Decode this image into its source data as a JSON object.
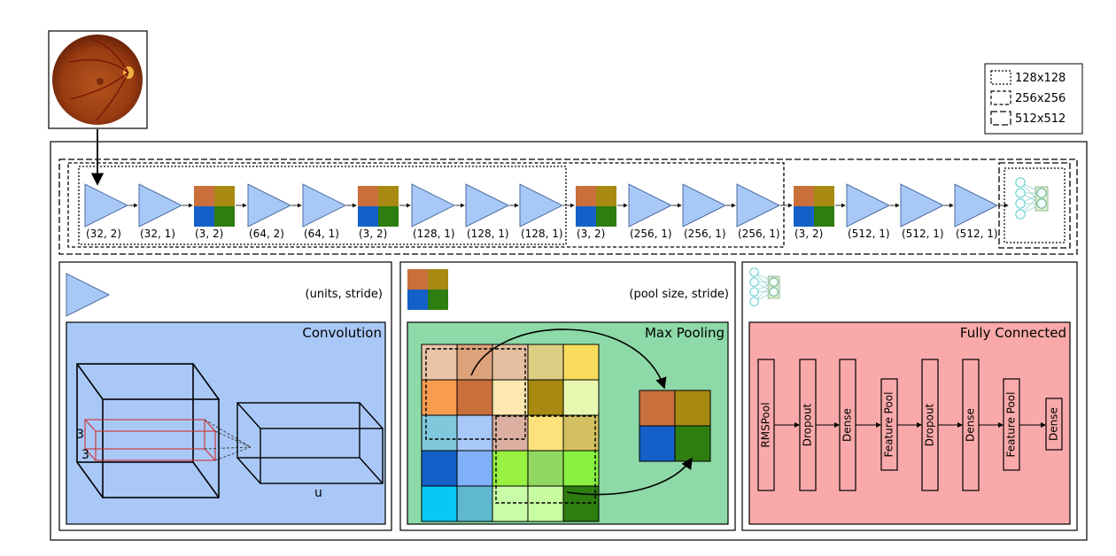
{
  "legend": [
    {
      "label": "128x128",
      "dash": "dotted"
    },
    {
      "label": "256x256",
      "dash": "dashed"
    },
    {
      "label": "512x512",
      "dash": "longdash"
    }
  ],
  "layers": [
    {
      "type": "conv",
      "label": "(32, 2)"
    },
    {
      "type": "conv",
      "label": "(32, 1)"
    },
    {
      "type": "pool",
      "label": "(3, 2)"
    },
    {
      "type": "conv",
      "label": "(64, 2)"
    },
    {
      "type": "conv",
      "label": "(64, 1)"
    },
    {
      "type": "pool",
      "label": "(3, 2)"
    },
    {
      "type": "conv",
      "label": "(128, 1)"
    },
    {
      "type": "conv",
      "label": "(128, 1)"
    },
    {
      "type": "conv",
      "label": "(128, 1)"
    },
    {
      "type": "pool",
      "label": "(3, 2)"
    },
    {
      "type": "conv",
      "label": "(256, 1)"
    },
    {
      "type": "conv",
      "label": "(256, 1)"
    },
    {
      "type": "conv",
      "label": "(256, 1)"
    },
    {
      "type": "pool",
      "label": "(3, 2)"
    },
    {
      "type": "conv",
      "label": "(512, 1)"
    },
    {
      "type": "conv",
      "label": "(512, 1)"
    },
    {
      "type": "conv",
      "label": "(512, 1)"
    }
  ],
  "conv_panel": {
    "param": "(units, stride)",
    "title": "Convolution",
    "kernel_h": "3",
    "kernel_w": "3",
    "units": "u"
  },
  "pool_panel": {
    "param": "(pool size, stride)",
    "title": "Max Pooling"
  },
  "fc_panel": {
    "title": "Fully Connected",
    "blocks": [
      "RMSPool",
      "Dropout",
      "Dense",
      "Feature Pool",
      "Dropout",
      "Dense",
      "Feature Pool",
      "Dense"
    ]
  },
  "colors": {
    "conv_fill": "#a8c8f8",
    "conv_panel_bg": "#a9c8f7",
    "pool_panel_bg": "#8dd9a8",
    "fc_panel_bg": "#f9a9a9",
    "pool_quadrants": [
      "#c86f3c",
      "#a88a12",
      "#1560c8",
      "#2e7d10"
    ],
    "pool_grid": [
      "#e8c4a8",
      "#dca27c",
      "#e4c0a0",
      "#dccf84",
      "#fadc5c",
      "#f89c50",
      "#c86f3c",
      "#fde9b0",
      "#a88a12",
      "#e8f8b0",
      "#80c8dc",
      "#a8c8f8",
      "#dcb0a0",
      "#fde27c",
      "#d4c060",
      "#1560c8",
      "#80b0f8",
      "#98f040",
      "#90d860",
      "#88f040",
      "#08c8f8",
      "#60b8d0",
      "#c8fca8",
      "#c8fca0",
      "#2e7d10"
    ]
  }
}
